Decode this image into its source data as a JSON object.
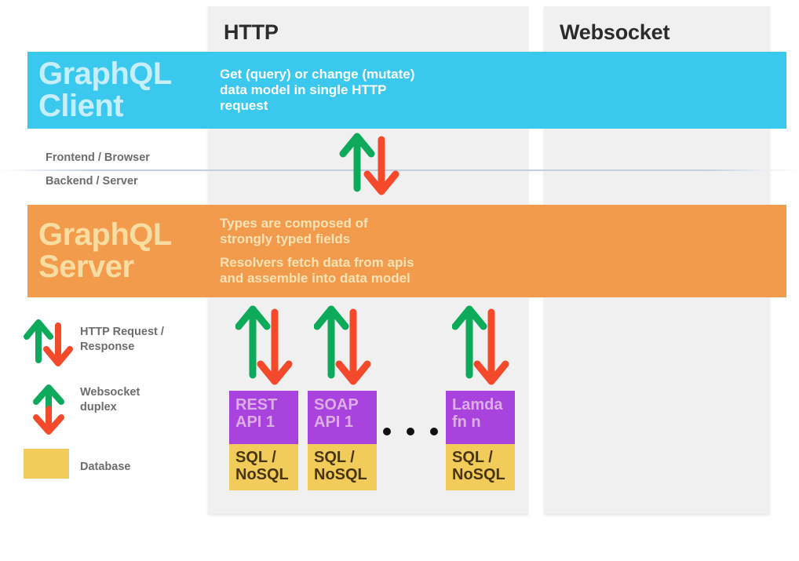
{
  "columns": [
    {
      "key": "http",
      "title": "HTTP"
    },
    {
      "key": "websocket",
      "title": "Websocket"
    }
  ],
  "tiers": {
    "frontend": "Frontend / Browser",
    "backend": "Backend / Server"
  },
  "client": {
    "title": "GraphQL\nClient",
    "note": "Get (query) or change (mutate)\ndata model in single HTTP\nrequest"
  },
  "server": {
    "title": "GraphQL\nServer",
    "note_1": "Types are composed of\nstrongly typed fields",
    "note_2": "Resolvers fetch data from apis\nand assemble into data model"
  },
  "legend": [
    {
      "icon": "http-request-response-arrows-icon",
      "label": "HTTP Request /\nResponse"
    },
    {
      "icon": "websocket-duplex-arrow-icon",
      "label": "Websocket\nduplex"
    },
    {
      "icon": "database-swatch-icon",
      "label": "Database"
    }
  ],
  "services": [
    {
      "api": "REST\nAPI 1",
      "db": "SQL /\nNoSQL"
    },
    {
      "api": "SOAP\nAPI 1",
      "db": "SQL /\nNoSQL"
    },
    {
      "api": "Lamda\nfn n",
      "db": "SQL /\nNoSQL"
    }
  ],
  "ellipsis": "• • •",
  "colors": {
    "client_band": "#3ac8ee",
    "server_band": "#f39b4d",
    "api_box": "#a843de",
    "db_box": "#f2cc5b",
    "arrow_up_green": "#0caa5a",
    "arrow_down_red": "#f4492a",
    "panel_bg": "#f0f0f0",
    "tier_text": "#6d6d6d",
    "page_bg": "#ffffff"
  }
}
